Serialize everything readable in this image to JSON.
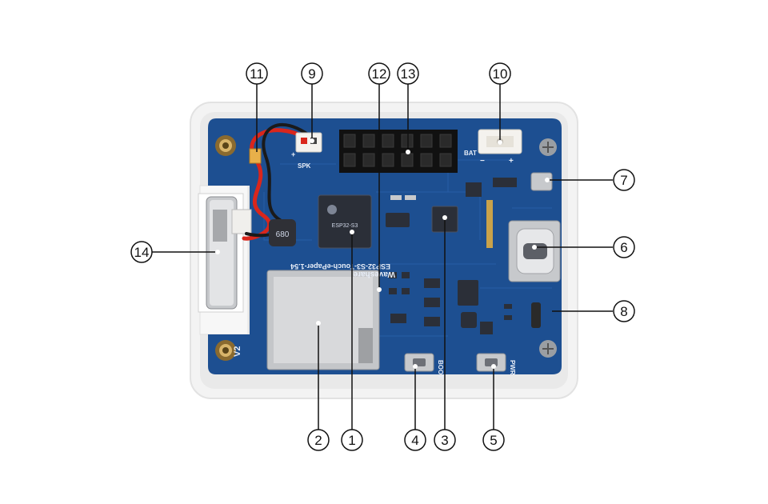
{
  "board": {
    "silkscreen_name": "ESP32-S3-Touch-ePaper-1.54",
    "brand": "Waveshare",
    "module_label": "ESP32-S3",
    "inductor_code": "680",
    "version": "V2",
    "labels": {
      "spk": "SPK",
      "bat": "BAT",
      "boot": "BOOT",
      "pwr": "PWR",
      "plus": "+",
      "minus": "−"
    }
  },
  "callouts": [
    {
      "id": "1",
      "text": "①"
    },
    {
      "id": "2",
      "text": "②"
    },
    {
      "id": "3",
      "text": "③"
    },
    {
      "id": "4",
      "text": "④"
    },
    {
      "id": "5",
      "text": "⑤"
    },
    {
      "id": "6",
      "text": "⑥"
    },
    {
      "id": "7",
      "text": "⑦"
    },
    {
      "id": "8",
      "text": "⑧"
    },
    {
      "id": "9",
      "text": "⑨"
    },
    {
      "id": "10",
      "text": "⑩"
    },
    {
      "id": "11",
      "text": "⑪"
    },
    {
      "id": "12",
      "text": "⑫"
    },
    {
      "id": "13",
      "text": "⑬"
    },
    {
      "id": "14",
      "text": "⑭"
    }
  ],
  "colors": {
    "pcb": "#1d4f91",
    "pcb_dark": "#173f77",
    "case": "#eeeeee",
    "case_edge": "#dcdcdc",
    "chip": "#2b2f38",
    "header": "#111111",
    "gold": "#c9a24a",
    "silver": "#c7c9cc",
    "wire_red": "#d9261c",
    "wire_black": "#1a1a1a",
    "connector_white": "#f4f2ee"
  }
}
